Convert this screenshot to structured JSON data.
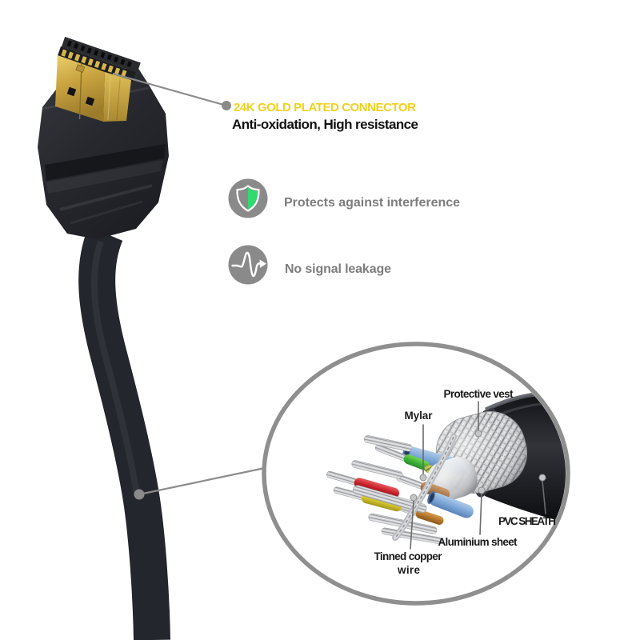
{
  "callout": {
    "title": "24K GOLD PLATED CONNECTOR",
    "subtitle": "Anti-oxidation, High resistance",
    "title_color": "#EFD11E",
    "subtitle_color": "#121212"
  },
  "features": [
    {
      "icon": "shield-icon",
      "label": "Protects against interference"
    },
    {
      "icon": "signal-wave-icon",
      "label": "No signal leakage"
    }
  ],
  "features_style": {
    "circle_color": "#8A8A8A",
    "label_color": "#7D7D7D",
    "shield_green": "#2FDB6E"
  },
  "cutaway": {
    "labels": {
      "protective_vest": "Protective vest",
      "mylar": "Mylar",
      "pvc_sheath": "PVC SHEATH",
      "aluminium_sheet": "Aluminium sheet",
      "tinned_copper_line1": "Tinned copper",
      "tinned_copper_line2": "wire"
    },
    "label_color": "#1A1A1A",
    "ring_color": "#8F8F8F",
    "leader_color": "#8C8C8C",
    "wire_colors": {
      "jacket_blue": "#7FA8D9",
      "green": "#3FB437",
      "red": "#C8202A",
      "yellow": "#D4C62A",
      "brown": "#AE7C4F",
      "orange": "#B5762B",
      "striped_olive": "#AEB24B",
      "tinned_silver": "#C8CACE",
      "sheath_black": "#17181C",
      "connector_gold": "#C9A43B"
    }
  }
}
